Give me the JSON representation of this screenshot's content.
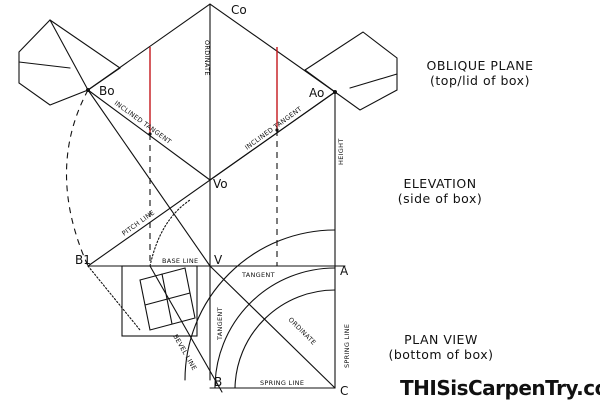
{
  "labels": {
    "co": "Co",
    "bo": "Bo",
    "ao": "Ao",
    "vo": "Vo",
    "b1": "B1",
    "v": "V",
    "a": "A",
    "b": "B",
    "c": "C"
  },
  "lines": {
    "ordinate_top": "ORDINATE",
    "inclined_tangent_left": "INCLINED TANGENT",
    "inclined_tangent_right": "INCLINED TANGENT",
    "height": "HEIGHT",
    "pitch_line": "PITCH LINE",
    "base_line": "BASE LINE",
    "tangent_horizontal": "TANGENT",
    "tangent_vertical": "TANGENT",
    "ordinate_plan": "ORDINATE",
    "spring_line_vertical": "SPRING LINE",
    "spring_line_horizontal": "SPRING LINE",
    "bevel_line": "BEVEL LINE"
  },
  "sections": {
    "oblique_title": "OBLIQUE PLANE",
    "oblique_sub": "(top/lid of box)",
    "elevation_title": "ELEVATION",
    "elevation_sub": "(side of box)",
    "plan_title": "PLAN VIEW",
    "plan_sub": "(bottom of box)"
  },
  "brand": "THISisCarpenTry.com",
  "colors": {
    "ink": "#111111",
    "red": "#c4161c"
  }
}
